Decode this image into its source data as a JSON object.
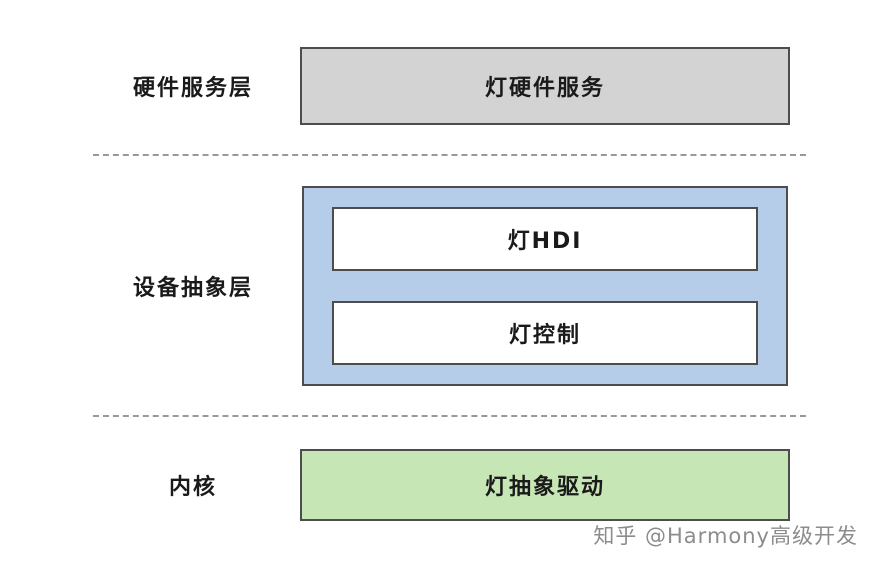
{
  "layers": {
    "hardware": {
      "label": "硬件服务层",
      "box": "灯硬件服务"
    },
    "abstraction": {
      "label": "设备抽象层",
      "box1": "灯HDI",
      "box2": "灯控制"
    },
    "kernel": {
      "label": "内核",
      "box": "灯抽象驱动"
    }
  },
  "watermark": "知乎 @Harmony高级开发",
  "colors": {
    "background": "#ffffff",
    "hardware_box_fill": "#d3d3d3",
    "abstraction_container_fill": "#b6cde9",
    "inner_box_fill": "#ffffff",
    "kernel_box_fill": "#c7e6b5",
    "box_border": "#4d4d4d",
    "dashed_line": "#999999",
    "label_text": "#1a1a1a",
    "watermark_text": "#8c8c8c"
  }
}
